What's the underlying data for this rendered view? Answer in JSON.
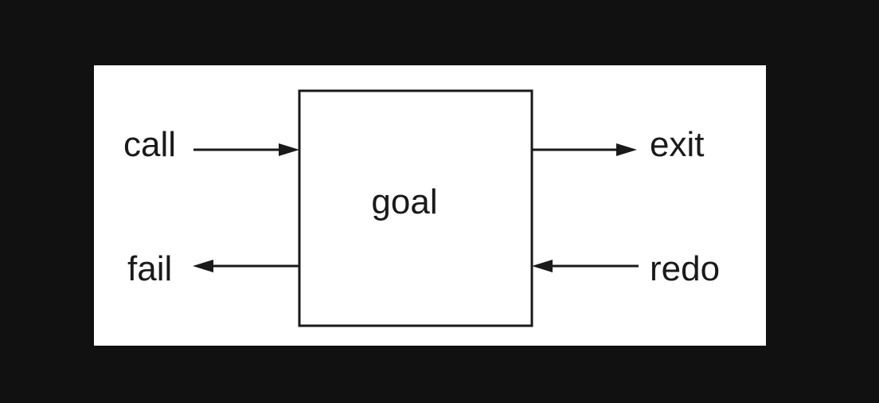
{
  "diagram": {
    "box_label": "goal",
    "ports": {
      "call": "call",
      "exit": "exit",
      "fail": "fail",
      "redo": "redo"
    }
  },
  "colors": {
    "background": "#111111",
    "panel": "#ffffff",
    "stroke": "#1a1a1a"
  }
}
